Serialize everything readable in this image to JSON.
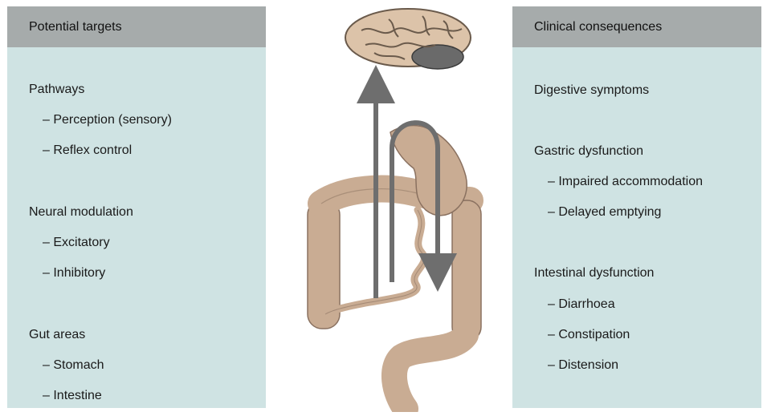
{
  "left_panel": {
    "title": "Potential targets",
    "sections": [
      {
        "heading": "Pathways",
        "items": [
          "– Perception (sensory)",
          "– Reflex control"
        ]
      },
      {
        "heading": "Neural modulation",
        "items": [
          "– Excitatory",
          "– Inhibitory"
        ]
      },
      {
        "heading": "Gut areas",
        "items": [
          "– Stomach",
          "– Intestine"
        ]
      }
    ]
  },
  "right_panel": {
    "title": "Clinical consequences",
    "sections": [
      {
        "heading": "Digestive symptoms",
        "items": []
      },
      {
        "heading": "Gastric dysfunction",
        "items": [
          "– Impaired accommodation",
          "– Delayed emptying"
        ]
      },
      {
        "heading": "Intestinal dysfunction",
        "items": [
          "– Diarrhoea",
          "– Constipation",
          "– Distension"
        ]
      }
    ]
  },
  "figure": {
    "icons": [
      "brain-icon",
      "gut-icon"
    ],
    "colors": {
      "brain": "#dcc3a9",
      "gut": "#c9ac93",
      "arrow": "#6e6e6e",
      "panel_bg": "#cfe3e3",
      "header_bg": "#a6abab"
    }
  }
}
